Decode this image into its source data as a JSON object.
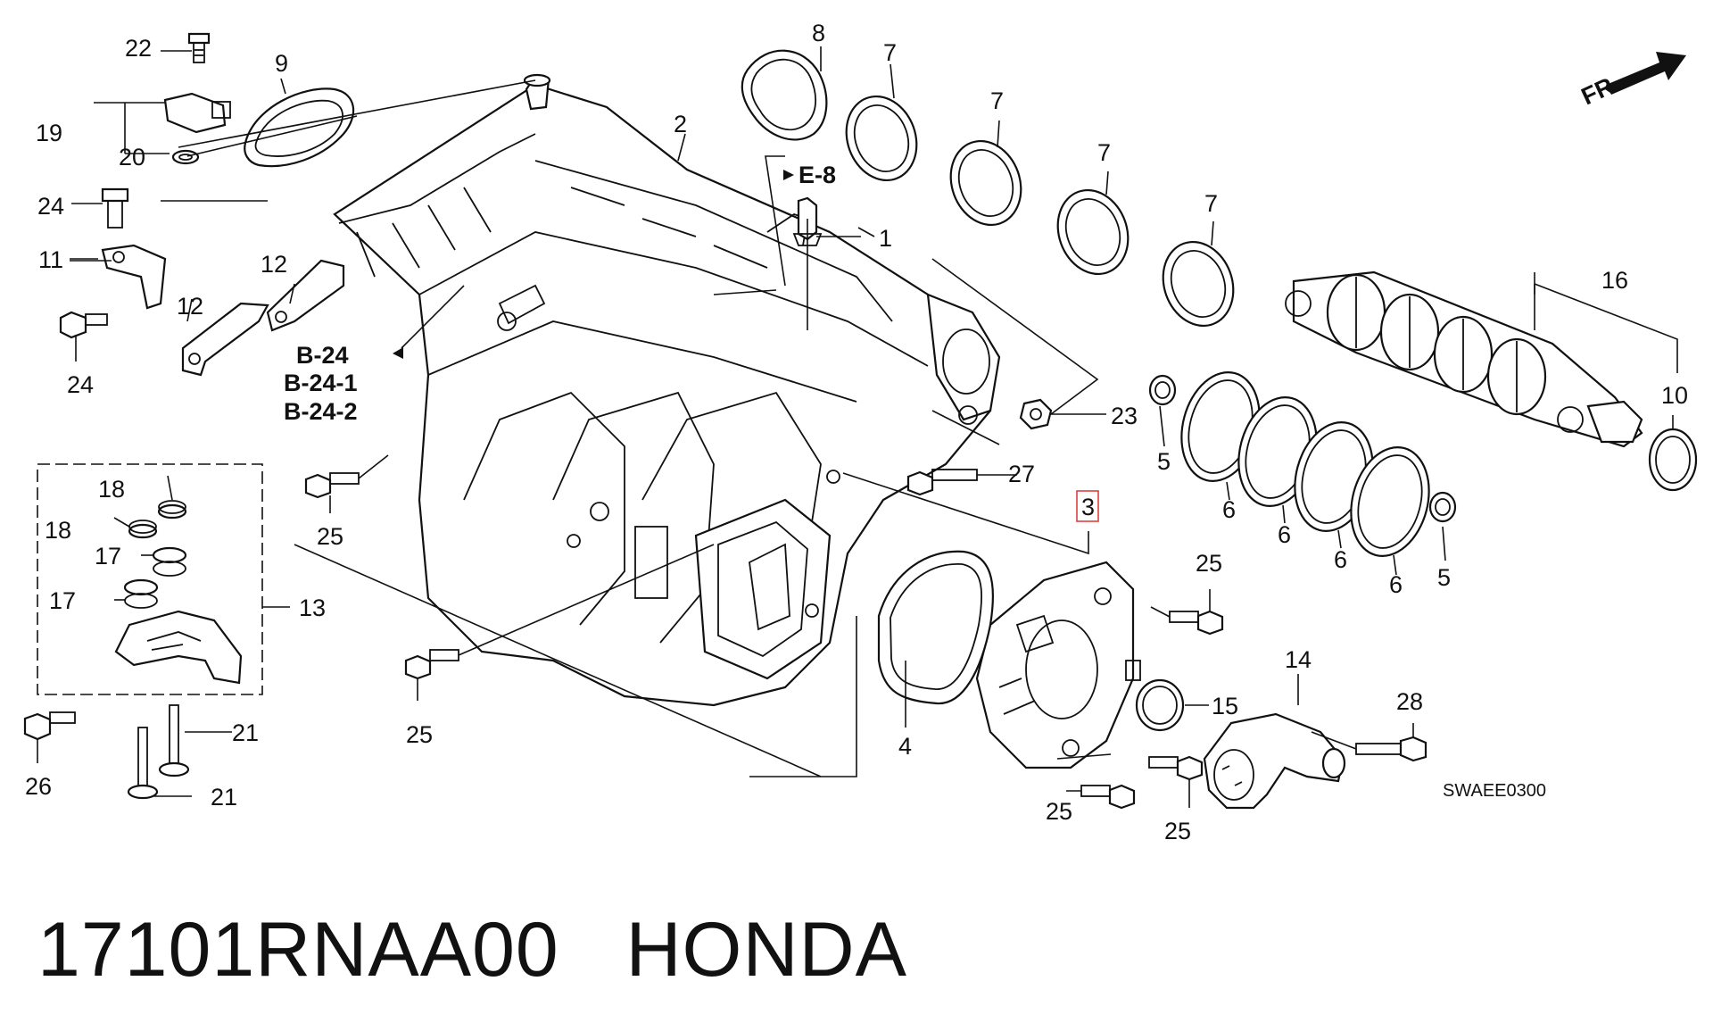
{
  "callouts": {
    "c1": "1",
    "c2": "2",
    "c3": "3",
    "c4": "4",
    "c5a": "5",
    "c5b": "5",
    "c6a": "6",
    "c6b": "6",
    "c6c": "6",
    "c6d": "6",
    "c7a": "7",
    "c7b": "7",
    "c7c": "7",
    "c7d": "7",
    "c8": "8",
    "c9": "9",
    "c10": "10",
    "c11": "11",
    "c12a": "12",
    "c12b": "12",
    "c13": "13",
    "c14": "14",
    "c15": "15",
    "c16": "16",
    "c17a": "17",
    "c17b": "17",
    "c18a": "18",
    "c18b": "18",
    "c19": "19",
    "c20": "20",
    "c21a": "21",
    "c21b": "21",
    "c22": "22",
    "c23": "23",
    "c24a": "24",
    "c24b": "24",
    "c25a": "25",
    "c25b": "25",
    "c25c": "25",
    "c25d": "25",
    "c25e": "25",
    "c26": "26",
    "c27": "27",
    "c28": "28"
  },
  "refs": {
    "e8": "E-8",
    "b24": "B-24",
    "b241": "B-24-1",
    "b242": "B-24-2"
  },
  "orientation": "FR.",
  "diagram_code": "SWAEE0300",
  "footer": {
    "part_number": "17101RNAA00",
    "brand": "HONDA"
  },
  "highlighted_callout": "3",
  "colors": {
    "ink": "#111111",
    "highlight": "#e0403f",
    "background": "#ffffff"
  }
}
